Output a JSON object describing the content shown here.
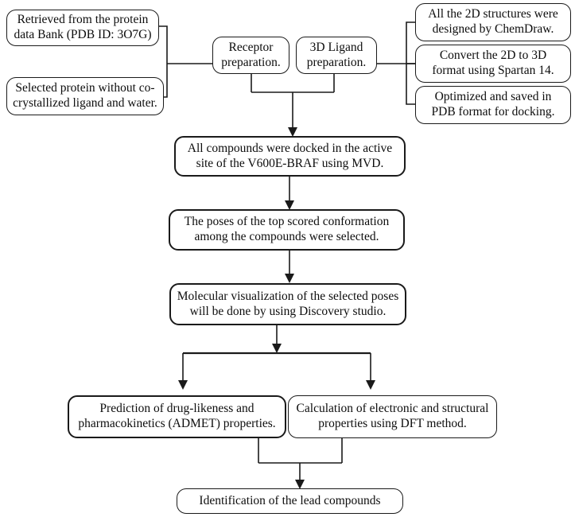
{
  "figure": {
    "type": "flowchart",
    "orientation": "top-to-bottom",
    "background_color": "#ffffff",
    "line_color": "#1a1a1a",
    "text_color": "#0d0d0d"
  },
  "nodes": {
    "protein_source": {
      "id": "n1",
      "label": "Retrieved from the protein\ndata Bank (PDB ID: 3O7G)"
    },
    "protein_cleanup": {
      "id": "n2",
      "label": "Selected protein without co-\ncrystallized ligand and water."
    },
    "receptor_preparation": {
      "id": "n3",
      "label": "Receptor\npreparation."
    },
    "ligand_preparation": {
      "id": "n4",
      "label": "3D Ligand\npreparation."
    },
    "structures_chemdraw": {
      "id": "n5",
      "label": "All the 2D structures were\ndesigned by ChemDraw."
    },
    "convert_spartan": {
      "id": "n6",
      "label": "Convert the 2D to 3D\nformat using Spartan 14."
    },
    "optimize_pdb": {
      "id": "n7",
      "label": "Optimized and saved in\nPDB format for docking."
    },
    "docking": {
      "id": "n8",
      "label": "All compounds were docked in the active\nsite of the V600E-BRAF using MVD."
    },
    "top_poses": {
      "id": "n9",
      "label": "The poses of the top scored conformation\namong the compounds were selected."
    },
    "visualization": {
      "id": "n10",
      "label": "Molecular visualization of the selected poses\nwill be done by using Discovery studio."
    },
    "admet": {
      "id": "n11",
      "label": "Prediction of drug-likeness and\npharmacokinetics (ADMET) properties."
    },
    "dft": {
      "id": "n12",
      "label": "Calculation of electronic and structural\nproperties using DFT method."
    },
    "lead_compounds": {
      "id": "n13",
      "label": "Identification of the lead compounds"
    }
  },
  "connections": [
    {
      "from": "protein_source",
      "to": "receptor_preparation",
      "style": "bracket-right"
    },
    {
      "from": "protein_cleanup",
      "to": "receptor_preparation",
      "style": "bracket-right"
    },
    {
      "from": "ligand_preparation",
      "to": "structures_chemdraw",
      "style": "bracket-left"
    },
    {
      "from": "ligand_preparation",
      "to": "convert_spartan",
      "style": "bracket-left"
    },
    {
      "from": "ligand_preparation",
      "to": "optimize_pdb",
      "style": "bracket-left"
    },
    {
      "from": "receptor_preparation",
      "to": "docking",
      "style": "merge-arrow"
    },
    {
      "from": "ligand_preparation",
      "to": "docking",
      "style": "merge-arrow"
    },
    {
      "from": "docking",
      "to": "top_poses",
      "style": "arrow"
    },
    {
      "from": "top_poses",
      "to": "visualization",
      "style": "arrow"
    },
    {
      "from": "visualization",
      "to": "admet",
      "style": "split-arrow"
    },
    {
      "from": "visualization",
      "to": "dft",
      "style": "split-arrow"
    },
    {
      "from": "admet",
      "to": "lead_compounds",
      "style": "merge-arrow"
    },
    {
      "from": "dft",
      "to": "lead_compounds",
      "style": "merge-arrow"
    }
  ]
}
